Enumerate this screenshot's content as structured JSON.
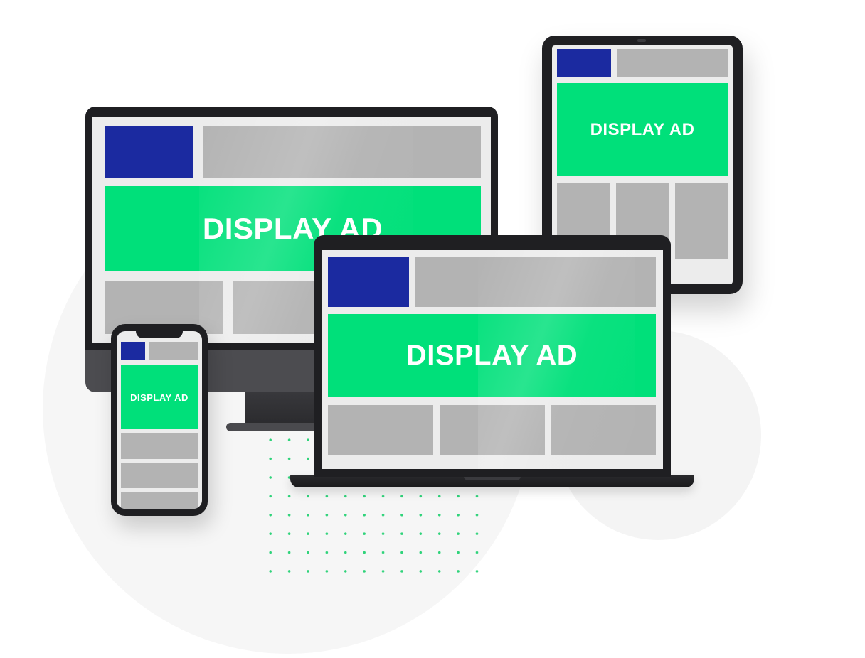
{
  "illustration": {
    "ad_label": "DISPLAY AD",
    "colors": {
      "ad_green": "#00e07a",
      "logo_navy": "#1b2aa0",
      "placeholder_gray": "#b3b3b3",
      "screen_bg": "#ececec",
      "device_frame": "#1f1f22",
      "dots_green": "#2fd37a",
      "background_circle": "#f5f5f5"
    },
    "devices": [
      "desktop-monitor",
      "tablet",
      "laptop",
      "smartphone"
    ]
  }
}
